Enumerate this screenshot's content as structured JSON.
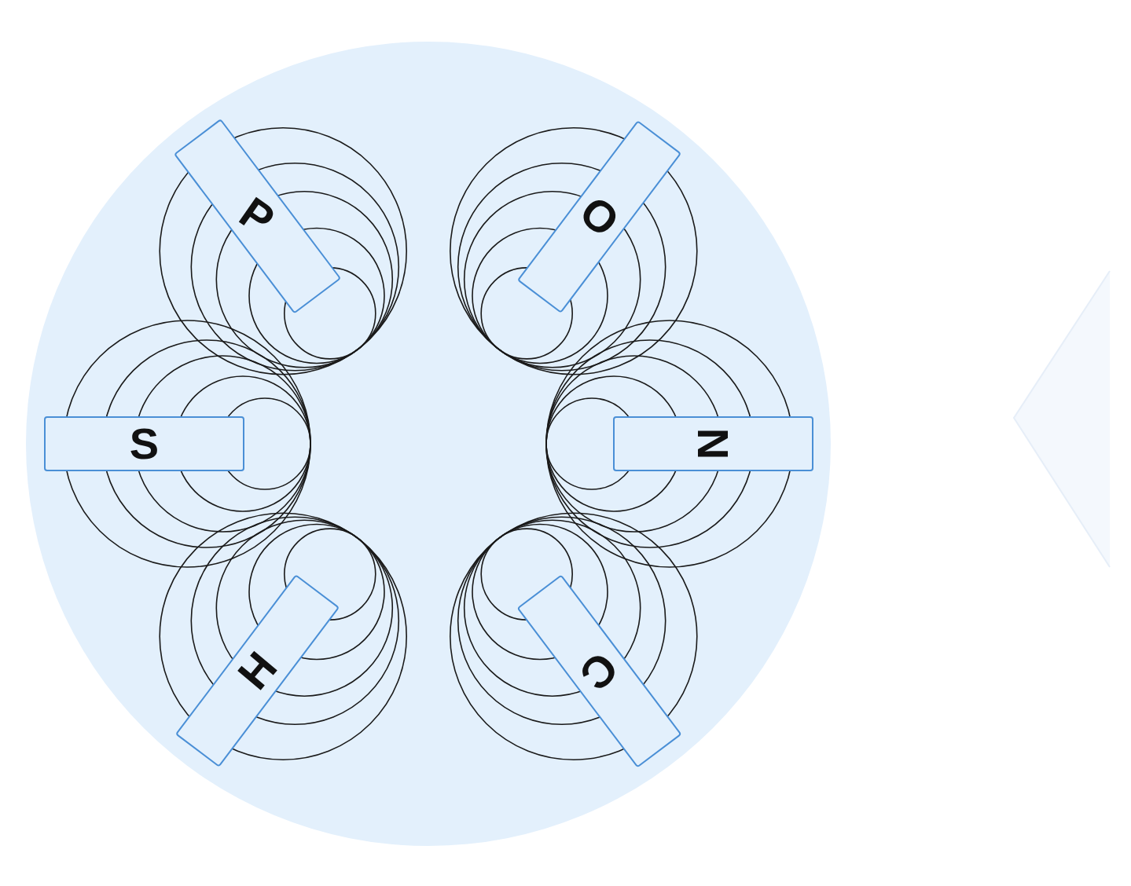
{
  "diagram": {
    "nodes": [
      {
        "text": [
          "P"
        ]
      },
      {
        "text": [
          "O"
        ]
      },
      {
        "text": [
          "S"
        ]
      },
      {
        "text": [
          "N"
        ]
      },
      {
        "text": [
          "H"
        ]
      },
      {
        "text": [
          "C"
        ]
      }
    ]
  }
}
